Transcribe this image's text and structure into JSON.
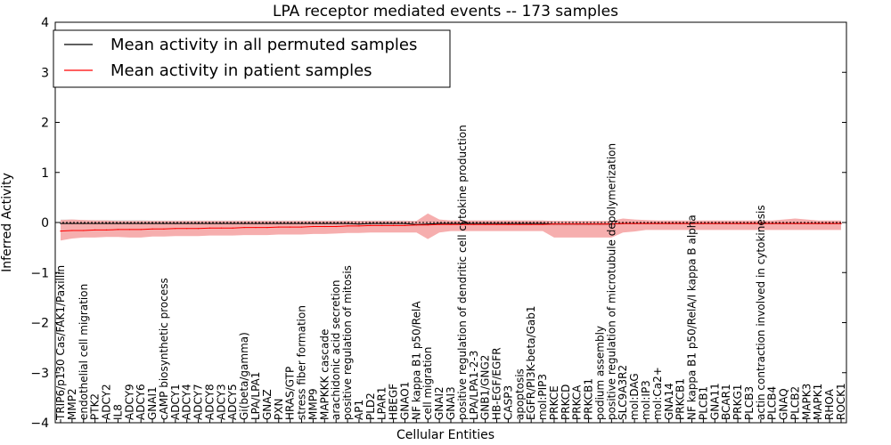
{
  "chart_data": {
    "type": "line",
    "title": "LPA receptor mediated events -- 173 samples",
    "xlabel": "Cellular Entities",
    "ylabel": "Inferred Activity",
    "ylim": [
      -4,
      4
    ],
    "yticks": [
      -4,
      -3,
      -2,
      -1,
      0,
      1,
      2,
      3,
      4
    ],
    "grid": false,
    "legend_position": "top-left",
    "colors": {
      "permuted": "#000000",
      "patient": "#ff0000",
      "patient_band": "#f4a0a0",
      "permuted_band": "#cccccc"
    },
    "categories": [
      "TRIP6/p130 Cas/FAK1/Paxillin",
      "MMP2",
      "endothelial cell migration",
      "PTK2",
      "ADCY2",
      "IL8",
      "ADCY9",
      "ADCY6",
      "GNAI1",
      "cAMP biosynthetic process",
      "ADCY1",
      "ADCY4",
      "ADCY7",
      "ADCY8",
      "ADCY3",
      "ADCY5",
      "Gi(beta/gamma)",
      "LPA/LPA1",
      "GNAZ",
      "PXN",
      "HRAS/GTP",
      "stress fiber formation",
      "MMP9",
      "MAPKKK cascade",
      "arachidonic acid secretion",
      "positive regulation of mitosis",
      "AP1",
      "PLD2",
      "LPAR1",
      "HBEGF",
      "GNAO1",
      "NF kappa B1 p50/RelA",
      "cell migration",
      "GNAI2",
      "GNAI3",
      "positive regulation of dendritic cell cytokine production",
      "LPA/LPA1-2-3",
      "GNB1/GNG2",
      "HB-EGF/EGFR",
      "CASP3",
      "apoptosis",
      "EGFR/PI3K-beta/Gab1",
      "mol:PIP3",
      "PRKCE",
      "PRKCD",
      "PRKCA",
      "PRKCB1",
      "podium assembly",
      "positive regulation of microtubule depolymerization",
      "SLC9A3R2",
      "mol:DAG",
      "mol:IP3",
      "mol:Ca2+",
      "GNA14",
      "PRKCB1",
      "NF kappa B1 p50/RelA/I kappa B alpha",
      "PLCB1",
      "GNA11",
      "BCAR1",
      "PRKG1",
      "PLCB3",
      "actin contraction involved in cytokinesis",
      "PLCB4",
      "GNAQ",
      "PLCB2",
      "MAPK3",
      "MAPK1",
      "RHOA",
      "ROCK1"
    ],
    "series": [
      {
        "name": "Mean activity in all permuted samples",
        "color": "#000000",
        "values": [
          -0.02,
          -0.02,
          -0.02,
          -0.02,
          -0.02,
          -0.02,
          -0.02,
          -0.02,
          -0.02,
          -0.02,
          -0.02,
          -0.02,
          -0.02,
          -0.02,
          -0.02,
          -0.02,
          -0.02,
          -0.02,
          -0.02,
          -0.02,
          -0.02,
          -0.02,
          -0.02,
          -0.02,
          -0.02,
          -0.02,
          -0.03,
          -0.02,
          -0.02,
          -0.02,
          -0.02,
          -0.04,
          -0.03,
          -0.02,
          -0.02,
          -0.02,
          -0.02,
          -0.02,
          -0.02,
          -0.02,
          -0.02,
          -0.02,
          -0.02,
          -0.03,
          -0.03,
          -0.03,
          -0.03,
          -0.03,
          -0.03,
          -0.02,
          -0.02,
          -0.02,
          -0.02,
          -0.02,
          -0.02,
          -0.02,
          -0.02,
          -0.02,
          -0.02,
          -0.02,
          -0.02,
          -0.02,
          -0.02,
          -0.02,
          -0.02,
          -0.02,
          -0.02,
          -0.02,
          -0.02
        ],
        "band_low": [
          -0.05,
          -0.05,
          -0.05,
          -0.05,
          -0.05,
          -0.05,
          -0.05,
          -0.05,
          -0.05,
          -0.05,
          -0.05,
          -0.05,
          -0.05,
          -0.05,
          -0.05,
          -0.05,
          -0.05,
          -0.05,
          -0.05,
          -0.05,
          -0.05,
          -0.05,
          -0.05,
          -0.05,
          -0.05,
          -0.05,
          -0.06,
          -0.05,
          -0.05,
          -0.05,
          -0.05,
          -0.08,
          -0.06,
          -0.05,
          -0.05,
          -0.05,
          -0.05,
          -0.05,
          -0.05,
          -0.05,
          -0.05,
          -0.05,
          -0.05,
          -0.07,
          -0.07,
          -0.07,
          -0.07,
          -0.07,
          -0.07,
          -0.05,
          -0.05,
          -0.05,
          -0.05,
          -0.05,
          -0.05,
          -0.05,
          -0.05,
          -0.05,
          -0.05,
          -0.05,
          -0.05,
          -0.05,
          -0.05,
          -0.05,
          -0.05,
          -0.05,
          -0.05,
          -0.05,
          -0.05
        ],
        "band_high": [
          0.06,
          0.06,
          0.05,
          0.05,
          0.05,
          0.05,
          0.05,
          0.05,
          0.04,
          0.04,
          0.04,
          0.04,
          0.04,
          0.04,
          0.04,
          0.04,
          0.04,
          0.04,
          0.04,
          0.04,
          0.04,
          0.04,
          0.04,
          0.04,
          0.04,
          0.04,
          0.03,
          0.04,
          0.04,
          0.04,
          0.04,
          0.02,
          0.03,
          0.04,
          0.04,
          0.04,
          0.04,
          0.04,
          0.04,
          0.04,
          0.04,
          0.04,
          0.04,
          0.02,
          0.02,
          0.02,
          0.02,
          0.02,
          0.02,
          0.03,
          0.03,
          0.03,
          0.03,
          0.03,
          0.03,
          0.03,
          0.03,
          0.03,
          0.03,
          0.03,
          0.03,
          0.03,
          0.03,
          0.03,
          0.03,
          0.03,
          0.03,
          0.03,
          0.03
        ]
      },
      {
        "name": "Mean activity in patient samples",
        "color": "#ff0000",
        "values": [
          -0.17,
          -0.16,
          -0.16,
          -0.15,
          -0.15,
          -0.14,
          -0.14,
          -0.14,
          -0.13,
          -0.13,
          -0.12,
          -0.12,
          -0.12,
          -0.11,
          -0.11,
          -0.11,
          -0.1,
          -0.1,
          -0.1,
          -0.09,
          -0.09,
          -0.09,
          -0.08,
          -0.08,
          -0.08,
          -0.07,
          -0.07,
          -0.06,
          -0.06,
          -0.06,
          -0.06,
          -0.05,
          -0.05,
          -0.04,
          -0.04,
          -0.04,
          -0.04,
          -0.04,
          -0.04,
          -0.04,
          -0.04,
          -0.04,
          -0.04,
          -0.03,
          -0.03,
          -0.03,
          -0.03,
          -0.03,
          -0.03,
          -0.02,
          -0.02,
          -0.02,
          -0.02,
          -0.02,
          -0.02,
          -0.02,
          -0.02,
          -0.02,
          -0.02,
          -0.02,
          -0.02,
          -0.02,
          -0.02,
          -0.02,
          -0.02,
          -0.02,
          -0.02,
          -0.02,
          -0.02
        ],
        "band_low": [
          -0.36,
          -0.32,
          -0.3,
          -0.3,
          -0.29,
          -0.29,
          -0.3,
          -0.3,
          -0.28,
          -0.28,
          -0.27,
          -0.27,
          -0.27,
          -0.26,
          -0.26,
          -0.26,
          -0.25,
          -0.25,
          -0.25,
          -0.24,
          -0.24,
          -0.24,
          -0.23,
          -0.23,
          -0.22,
          -0.21,
          -0.21,
          -0.2,
          -0.2,
          -0.2,
          -0.2,
          -0.2,
          -0.33,
          -0.2,
          -0.17,
          -0.17,
          -0.17,
          -0.17,
          -0.17,
          -0.17,
          -0.17,
          -0.17,
          -0.17,
          -0.3,
          -0.3,
          -0.3,
          -0.3,
          -0.3,
          -0.3,
          -0.2,
          -0.18,
          -0.15,
          -0.15,
          -0.15,
          -0.15,
          -0.15,
          -0.15,
          -0.15,
          -0.15,
          -0.15,
          -0.15,
          -0.15,
          -0.15,
          -0.15,
          -0.15,
          -0.15,
          -0.15,
          -0.15,
          -0.15
        ],
        "band_high": [
          0.05,
          0.06,
          0.05,
          0.04,
          0.04,
          0.03,
          0.03,
          0.03,
          0.03,
          0.03,
          0.03,
          0.03,
          0.03,
          0.03,
          0.03,
          0.03,
          0.03,
          0.03,
          0.03,
          0.03,
          0.03,
          0.03,
          0.03,
          0.03,
          0.03,
          0.03,
          0.03,
          0.03,
          0.03,
          0.03,
          0.03,
          0.03,
          0.18,
          0.06,
          0.04,
          0.04,
          0.04,
          0.04,
          0.04,
          0.04,
          0.04,
          0.04,
          0.04,
          0.03,
          0.03,
          0.03,
          0.03,
          0.03,
          0.03,
          0.08,
          0.06,
          0.05,
          0.04,
          0.04,
          0.04,
          0.04,
          0.04,
          0.04,
          0.04,
          0.04,
          0.04,
          0.04,
          0.04,
          0.06,
          0.08,
          0.06,
          0.04,
          0.04,
          0.04
        ]
      }
    ]
  }
}
